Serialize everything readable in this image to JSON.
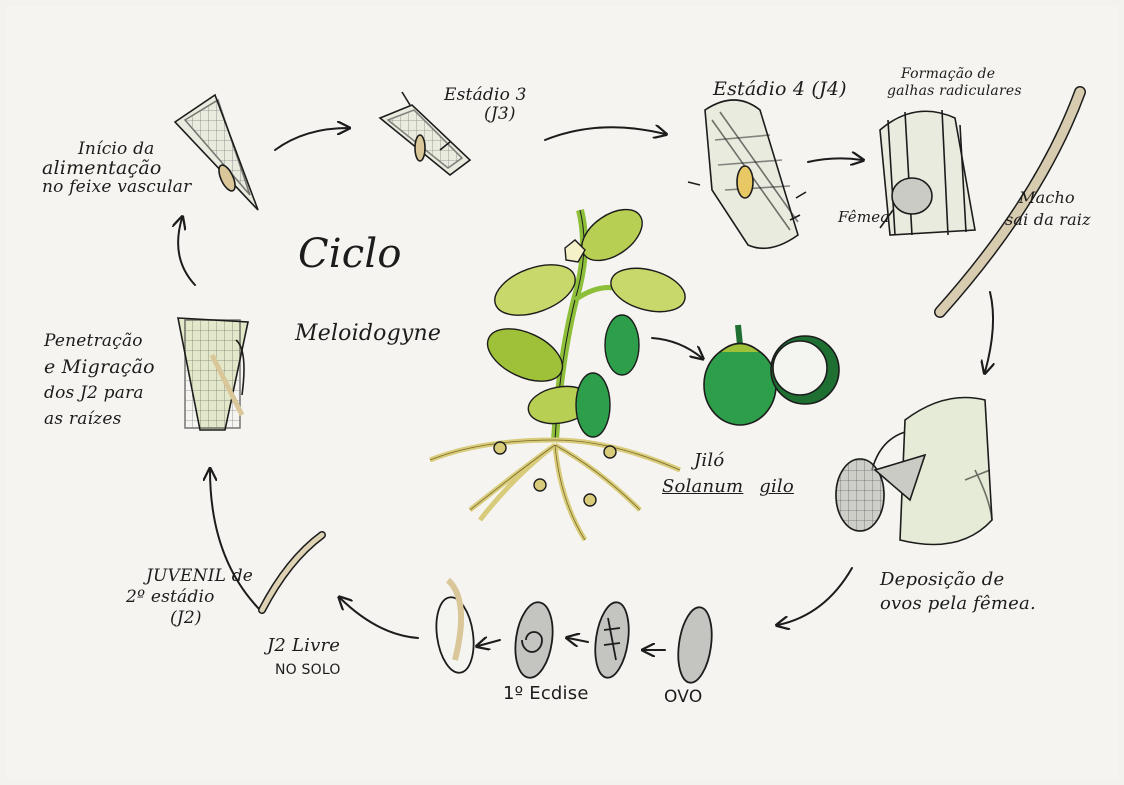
{
  "title": {
    "line1": "Ciclo",
    "line2": "Meloidogyne"
  },
  "plant": {
    "common_name": "Jiló",
    "scientific_genus": "Solanum",
    "scientific_species": "gilo"
  },
  "stages": {
    "inicio": {
      "line1": "Início da",
      "line2": "alimentação",
      "line3": "no feixe vascular"
    },
    "estadio3": {
      "line1": "Estádio 3",
      "line2": "(J3)"
    },
    "estadio4": {
      "line1": "Estádio 4 (J4)"
    },
    "formacao": {
      "line1": "Formação de",
      "line2": "galhas radiculares"
    },
    "femea": {
      "line1": "Fêmea"
    },
    "macho": {
      "line1": "Macho",
      "line2": "sai da raiz"
    },
    "deposicao": {
      "line1": "Deposição de",
      "line2": "ovos pela fêmea."
    },
    "ovo": {
      "line1": "OVO"
    },
    "ecdise": {
      "line1": "1º Ecdise"
    },
    "j2livre": {
      "line1": "J2 Livre",
      "line2": "NO SOLO"
    },
    "juvenil": {
      "line1": "JUVENIL de",
      "line2": "2º estádio",
      "line3": "(J2)"
    },
    "penetracao": {
      "line1": "Penetração",
      "line2": "e Migração",
      "line3": "dos J2 para",
      "line4": "as raízes"
    }
  },
  "colors": {
    "paper": "#f3f2ee",
    "ink": "#1c1c1c",
    "root_tissue": "#e9ebdf",
    "root_shade": "#d6d9b9",
    "nematode": "#d9c79a",
    "leaf_light": "#c9d86a",
    "leaf_mid": "#9fc13a",
    "fruit_green": "#2d9e4a",
    "fruit_dark": "#1f6e32",
    "stem": "#8ebf3a",
    "root_yellow": "#d8cc7a"
  }
}
